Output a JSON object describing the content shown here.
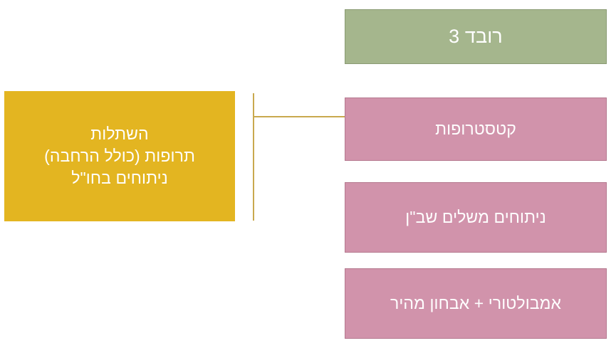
{
  "diagram": {
    "title_node": {
      "label": "רובד 3",
      "fill": "#a5b68d",
      "border": "#8a9b73",
      "text_color": "#ffffff"
    },
    "root_node": {
      "label": "השתלות\nתרופות (כולל הרחבה)\nניתוחים בחו\"ל",
      "fill": "#e3b521",
      "border": "#e3b521",
      "text_color": "#ffffff"
    },
    "leaf_nodes": [
      {
        "label": "קטסטרופות",
        "fill": "#d193ab",
        "border": "#b5798f",
        "text_color": "#ffffff"
      },
      {
        "label": "ניתוחים משלים שב\"ן",
        "fill": "#d193ab",
        "border": "#b5798f",
        "text_color": "#ffffff"
      },
      {
        "label": "אמבולטורי + אבחון מהיר",
        "fill": "#d193ab",
        "border": "#b5798f",
        "text_color": "#ffffff"
      }
    ],
    "connector": {
      "color": "#c9a94e"
    }
  }
}
